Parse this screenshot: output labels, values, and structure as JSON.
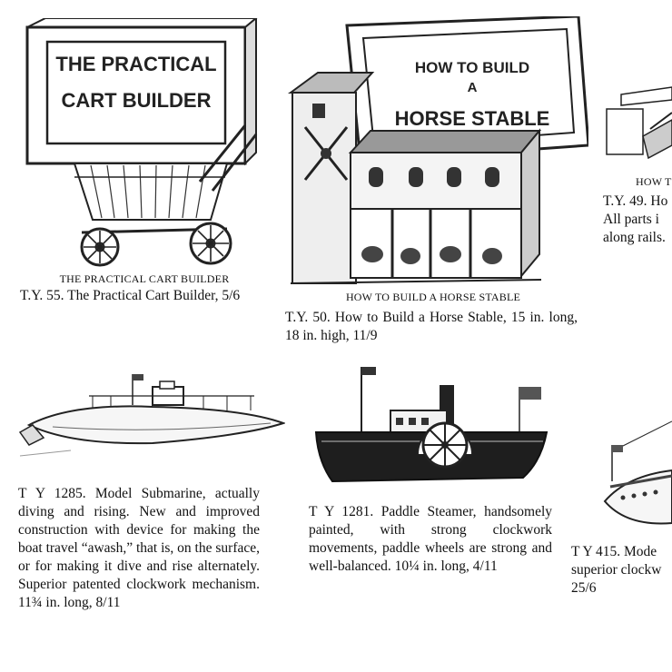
{
  "items": [
    {
      "caption": "THE PRACTICAL CART BUILDER",
      "description": "T.Y. 55. The Practical Cart Builder, 5/6",
      "sign_lines": [
        "THE PRACTICAL",
        "CART BUILDER"
      ]
    },
    {
      "caption": "HOW TO BUILD A HORSE STABLE",
      "description": "T.Y. 50. How to Build a Horse Stable, 15 in. long, 18 in. high, 11/9",
      "sign_lines": [
        "HOW TO BUILD",
        "A",
        "HORSE STABLE"
      ]
    },
    {
      "caption": "HOW T",
      "description_lines": [
        "T.Y. 49. Ho",
        "All parts i",
        "along rails."
      ]
    },
    {
      "description": "T Y 1285. Model Submarine, actually diving and rising. New and improved construction with device for making the boat travel “awash,” that is, on the surface, or for making it dive and rise alternately. Superior patented clockwork mechanism. 11¾ in. long, 8/11"
    },
    {
      "description": "T Y 1281. Paddle Steamer, handsomely painted, with strong clockwork movements, paddle wheels are strong and well-balanced. 10¼ in. long, 4/11"
    },
    {
      "description_lines": [
        "T Y 415. Mode",
        "superior clockw",
        "25/6"
      ]
    }
  ]
}
